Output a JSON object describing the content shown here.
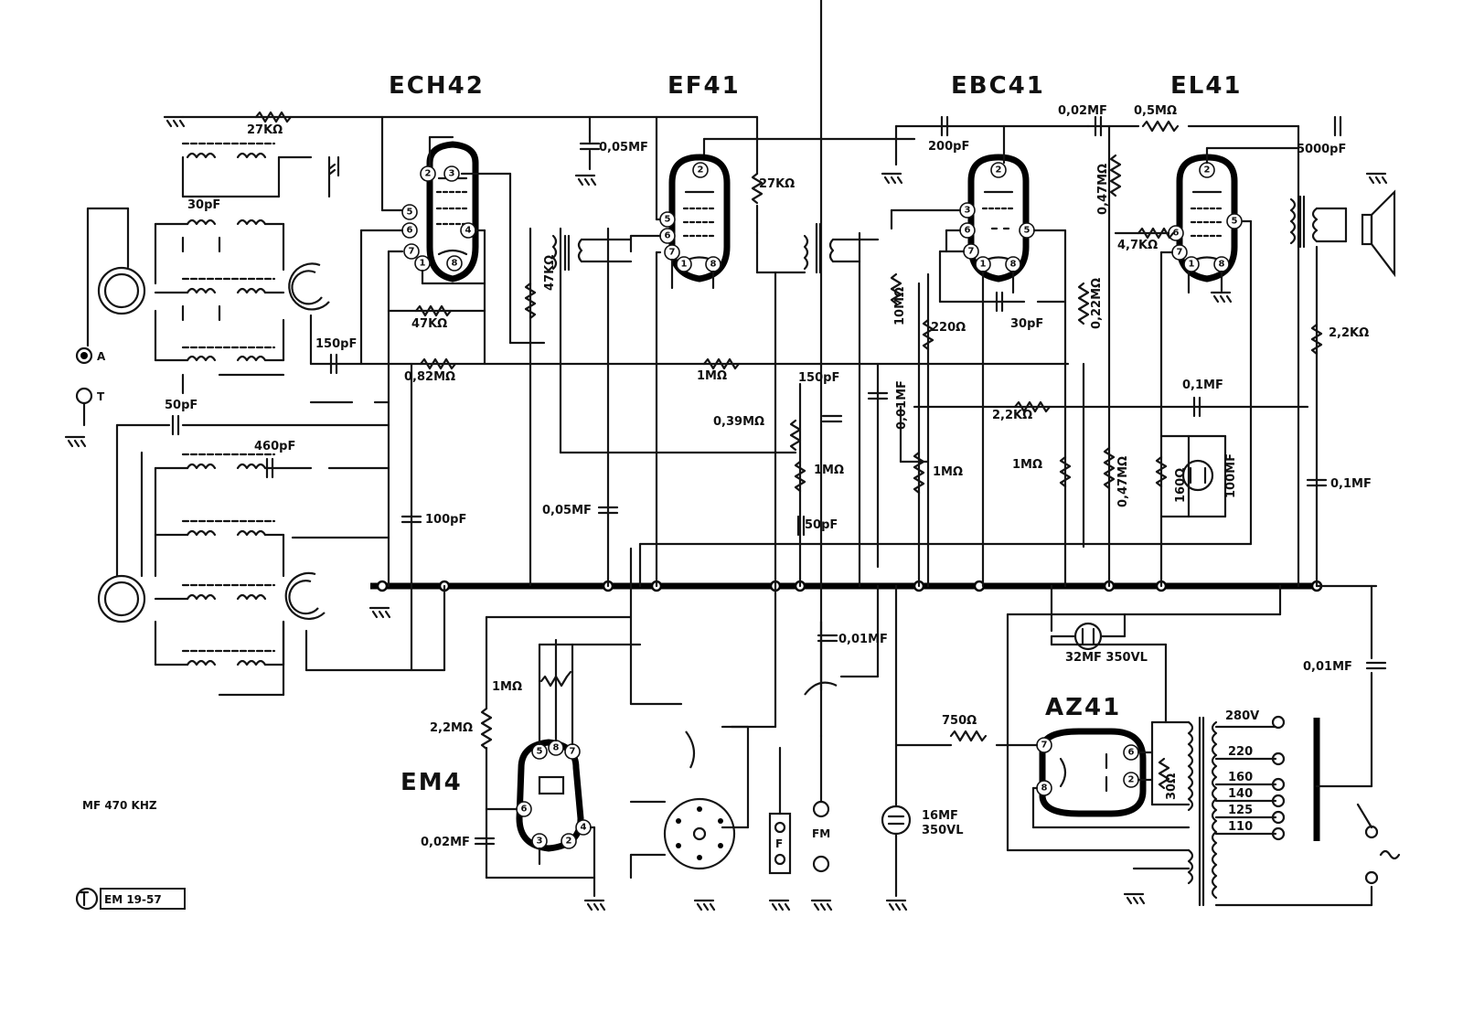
{
  "tubes": {
    "ech42": "ECH42",
    "ef41": "EF41",
    "ebc41": "EBC41",
    "el41": "EL41",
    "em4": "EM4",
    "az41": "AZ41"
  },
  "component_values": {
    "r_27k_top": "27KΩ",
    "c_30pf_osc": "30pF",
    "r_47k_grid": "47KΩ",
    "r_47k_screen": "47KΩ",
    "c_150pf_mix": "150pF",
    "r_082m": "0,82MΩ",
    "c_50pf_ant": "50pF",
    "c_460pf": "460pF",
    "c_100pf": "100pF",
    "c_005uf_top": "0,05MF",
    "r_27k_ef41": "27KΩ",
    "r_1m_avc": "1MΩ",
    "c_005uf_dec": "0,05MF",
    "c_150pf_det": "150pF",
    "r_039m": "0,39MΩ",
    "r_1m_det": "1MΩ",
    "c_50pf_det": "50pF",
    "c_200pf": "200pF",
    "r_10m": "10MΩ",
    "r_220": "220Ω",
    "c_30pf_ebc": "30pF",
    "c_001uf_vol": "0,01MF",
    "r_1m_vol": "1MΩ",
    "r_22k_ebc": "2,2KΩ",
    "r_1m_ebc": "1MΩ",
    "c_002uf_top": "0,02MF",
    "r_05m": "0,5MΩ",
    "r_047m_a": "0,47MΩ",
    "r_022m": "0,22MΩ",
    "r_047m_b": "0,47MΩ",
    "r_47k_el41": "4,7KΩ",
    "c_01uf_a": "0,1MF",
    "r_160": "160Ω",
    "c_100uf": "100MF",
    "c_5000pf": "5000pF",
    "r_22k_out": "2,2KΩ",
    "c_01uf_b": "0,1MF",
    "c_32uf": "32MF 350VL",
    "c_001uf_fm": "0,01MF",
    "c_001uf_mains": "0,01MF",
    "r_750": "750Ω",
    "c_16uf": "16MF",
    "c_16uf_v": "350VL",
    "r_30": "30Ω",
    "r_1m_em4": "1MΩ",
    "r_22m_em4": "2,2MΩ",
    "c_002uf_em4": "0,02MF"
  },
  "voltage_taps": [
    "280V",
    "220",
    "160",
    "140",
    "125",
    "110"
  ],
  "terminals": {
    "antenna": "A",
    "ground": "T",
    "fm": "FM",
    "pickup": "F"
  },
  "footer": {
    "if_freq": "MF 470 KHZ",
    "code": "EM 19-57"
  },
  "pin_numbers": {
    "ech42": [
      "2",
      "3",
      "5",
      "6",
      "4",
      "7",
      "1",
      "8"
    ],
    "ef41": [
      "2",
      "5",
      "6",
      "7",
      "1",
      "8"
    ],
    "ebc41": [
      "2",
      "3",
      "6",
      "5",
      "7",
      "1",
      "8"
    ],
    "el41": [
      "2",
      "5",
      "6",
      "7",
      "1",
      "8"
    ],
    "em4": [
      "5",
      "8",
      "7",
      "6",
      "4",
      "3",
      "2"
    ],
    "az41": [
      "7",
      "6",
      "2",
      "8"
    ]
  }
}
